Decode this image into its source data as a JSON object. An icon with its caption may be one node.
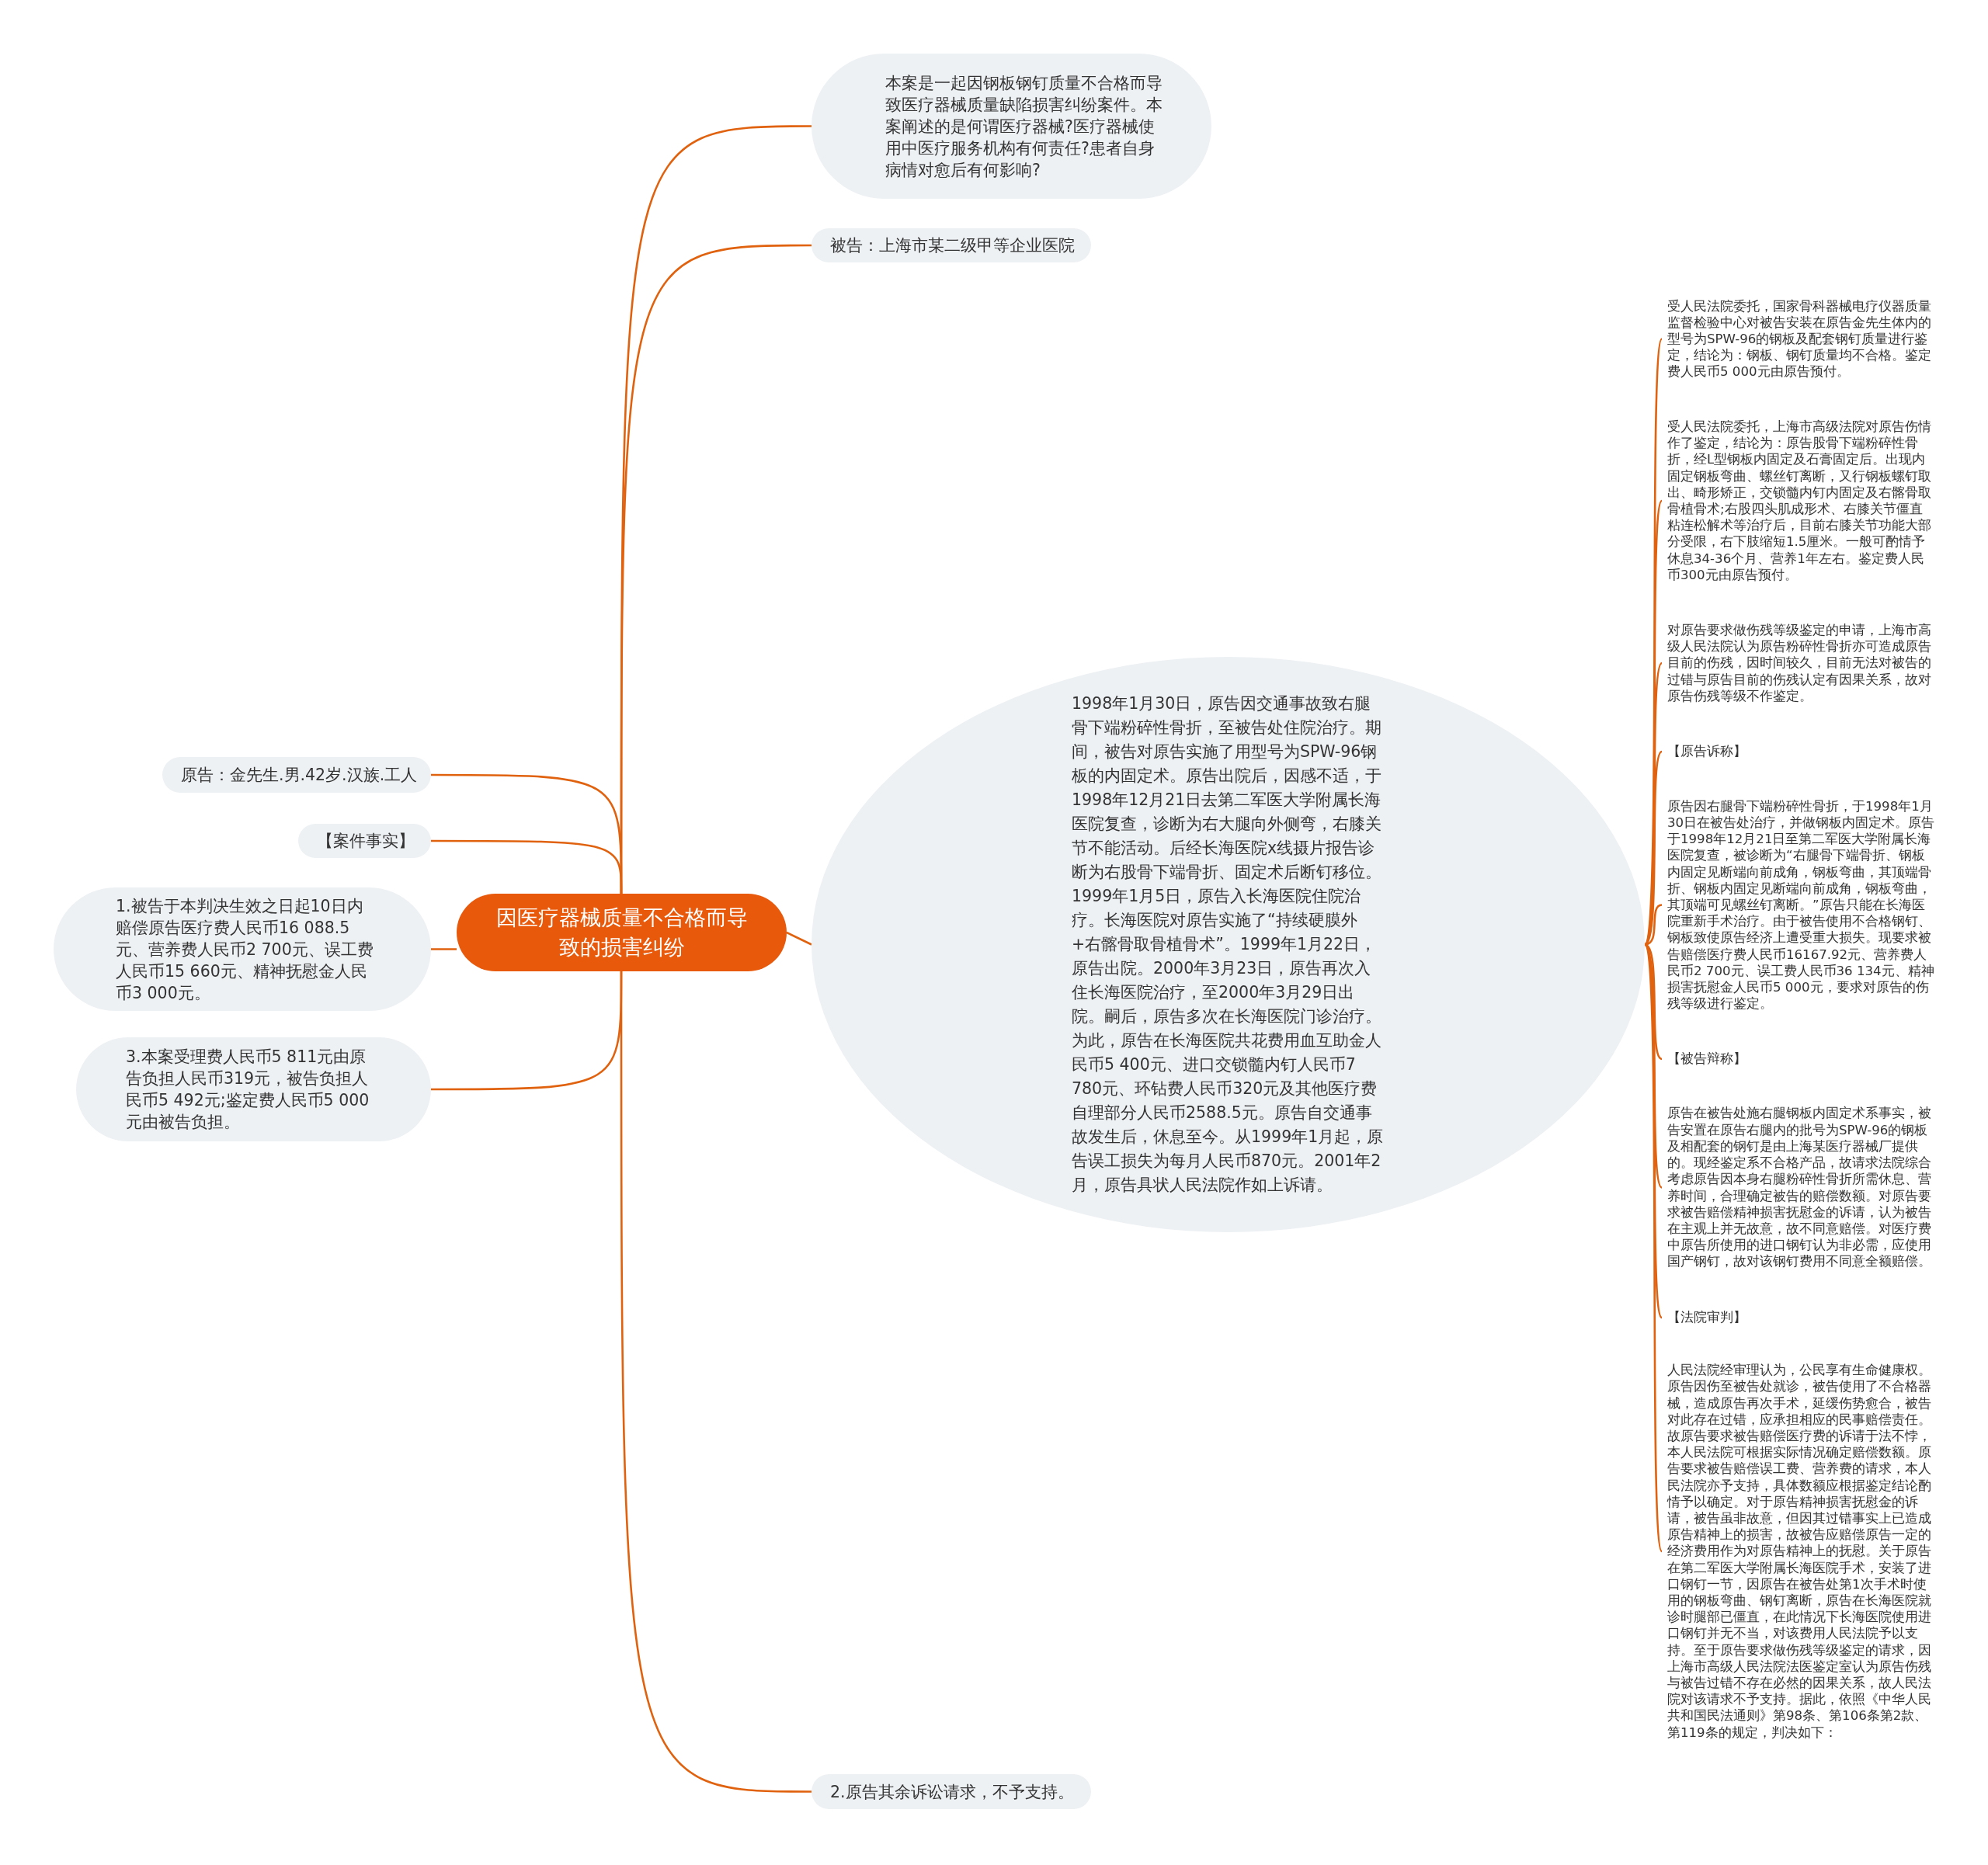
{
  "diagram": {
    "nodes": [
      {
        "text": [
          "因医疗器械质量不合格而导致的损害纠纷"
        ]
      },
      {
        "text": [
          "本案是一起因钢板钢钉质量不合格而导致医疗器械质量缺陷损害纠纷案件。本案阐述的是何谓医疗器械?医疗器械使用中医疗服务机构有何责任?患者自身病情对愈后有何影响?"
        ]
      },
      {
        "text": [
          "被告：上海市某二级甲等企业医院"
        ]
      },
      {
        "text": [
          "原告：金先生.男.42岁.汉族.工人"
        ]
      },
      {
        "text": [
          "【案件事实】"
        ]
      },
      {
        "text": [
          "1.被告于本判决生效之日起10日内赔偿原告医疗费人民币16 088.5元、营养费人民币2 700元、误工费人民币15 660元、精神抚慰金人民币3 000元。"
        ]
      },
      {
        "text": [
          "3.本案受理费人民币5 811元由原告负担人民币319元，被告负担人民币5 492元;鉴定费人民币5 000元由被告负担。"
        ]
      },
      {
        "text": [
          "1998年1月30日，原告因交通事故致右腿骨下端粉碎性骨折，至被告处住院治疗。期间，被告对原告实施了用型号为SPW-96钢板的内固定术。原告出院后，因感不适，于1998年12月21日去第二军医大学附属长海医院复查，诊断为右大腿向外侧弯，右膝关节不能活动。后经长海医院x线摄片报告诊断为右股骨下端骨折、固定术后断钉移位。1999年1月5日，原告入长海医院住院治疗。长海医院对原告实施了“持续硬膜外+右髂骨取骨植骨术”。1999年1月22日，原告出院。2000年3月23日，原告再次入住长海医院治疗，至2000年3月29日出院。嗣后，原告多次在长海医院门诊治疗。为此，原告在长海医院共花费用血互助金人民币5 400元、进口交锁髓内钉人民币7 780元、环钻费人民币320元及其他医疗费自理部分人民币2588.5元。原告自交通事故发生后，休息至今。从1999年1月起，原告误工损失为每月人民币870元。2001年2月，原告具状人民法院作如上诉请。"
        ]
      },
      {
        "text": [
          "受人民法院委托，国家骨科器械电疗仪器质量监督检验中心对被告安装在原告金先生体内的型号为SPW-96的钢板及配套钢钉质量进行鉴定，结论为：钢板、钢钉质量均不合格。鉴定费人民币5 000元由原告预付。"
        ]
      },
      {
        "text": [
          "受人民法院委托，上海市高级法院对原告伤情作了鉴定，结论为：原告股骨下端粉碎性骨折，经L型钢板内固定及石膏固定后。出现内固定钢板弯曲、螺丝钉离断，又行钢板螺钉取出、畸形矫正，交锁髓内钉内固定及右髂骨取骨植骨术;右股四头肌成形术、右膝关节僵直粘连松解术等治疗后，目前右膝关节功能大部分受限，右下肢缩短1.5厘米。一般可酌情予休息34-36个月、营养1年左右。鉴定费人民币300元由原告预付。"
        ]
      },
      {
        "text": [
          "对原告要求做伤残等级鉴定的申请，上海市高级人民法院认为原告粉碎性骨折亦可造成原告目前的伤残，因时间较久，目前无法对被告的过错与原告目前的伤残认定有因果关系，故对原告伤残等级不作鉴定。"
        ]
      },
      {
        "text": [
          "【原告诉称】"
        ]
      },
      {
        "text": [
          "原告因右腿骨下端粉碎性骨折，于1998年1月30日在被告处治疗，并做钢板内固定术。原告于1998年12月21日至第二军医大学附属长海医院复查，被诊断为“右腿骨下端骨折、钢板内固定见断端向前成角，钢板弯曲，其顶端骨折、钢板内固定见断端向前成角，钢板弯曲，其顶端可见螺丝钉离断。”原告只能在长海医院重新手术治疗。由于被告使用不合格钢钉、钢板致使原告经济上遭受重大损失。现要求被告赔偿医疗费人民币16167.92元、营养费人民币2 700元、误工费人民币36 134元、精神损害抚慰金人民币5 000元，要求对原告的伤残等级进行鉴定。"
        ]
      },
      {
        "text": [
          "【被告辩称】"
        ]
      },
      {
        "text": [
          "原告在被告处施右腿钢板内固定术系事实，被告安置在原告右腿内的批号为SPW-96的钢板及相配套的钢钉是由上海某医疗器械厂提供的。现经鉴定系不合格产品，故请求法院综合考虑原告因本身右腿粉碎性骨折所需休息、营养时间，合理确定被告的赔偿数额。对原告要求被告赔偿精神损害抚慰金的诉请，认为被告在主观上并无故意，故不同意赔偿。对医疗费中原告所使用的进口钢钉认为非必需，应使用国产钢钉，故对该钢钉费用不同意全额赔偿。"
        ]
      },
      {
        "text": [
          "【法院审判】"
        ]
      },
      {
        "text": [
          "人民法院经审理认为，公民享有生命健康权。原告因伤至被告处就诊，被告使用了不合格器械，造成原告再次手术，延缓伤势愈合，被告对此存在过错，应承担相应的民事赔偿责任。故原告要求被告赔偿医疗费的诉请于法不悖，本人民法院可根据实际情况确定赔偿数额。原告要求被告赔偿误工费、营养费的请求，本人民法院亦予支持，具体数额应根据鉴定结论酌情予以确定。对于原告精神损害抚慰金的诉请，被告虽非故意，但因其过错事实上已造成原告精神上的损害，故被告应赔偿原告一定的经济费用作为对原告精神上的抚慰。关于原告在第二军医大学附属长海医院手术，安装了进口钢钉一节，因原告在被告处第1次手术时使用的钢板弯曲、钢钉离断，原告在长海医院就诊时腿部已僵直，在此情况下长海医院使用进口钢钉并无不当，对该费用人民法院予以支持。至于原告要求做伤残等级鉴定的请求，因上海市高级人民法院法医鉴定室认为原告伤残与被告过错不存在必然的因果关系，故人民法院对该请求不予支持。据此，依照《中华人民共和国民法通则》第98条、第106条第2款、第119条的规定，判决如下："
        ]
      },
      {
        "text": [
          "2.原告其余诉讼请求，不予支持。"
        ]
      }
    ],
    "edges": [
      {
        "from": 0,
        "to": 1,
        "arrow": "none"
      },
      {
        "from": 0,
        "to": 2,
        "arrow": "none"
      },
      {
        "from": 0,
        "to": 3,
        "arrow": "none"
      },
      {
        "from": 0,
        "to": 4,
        "arrow": "none"
      },
      {
        "from": 0,
        "to": 5,
        "arrow": "none"
      },
      {
        "from": 0,
        "to": 6,
        "arrow": "none"
      },
      {
        "from": 0,
        "to": 7,
        "arrow": "none"
      },
      {
        "from": 0,
        "to": 17,
        "arrow": "none"
      },
      {
        "from": 7,
        "to": 8,
        "arrow": "none"
      },
      {
        "from": 7,
        "to": 9,
        "arrow": "none"
      },
      {
        "from": 7,
        "to": 10,
        "arrow": "none"
      },
      {
        "from": 7,
        "to": 11,
        "arrow": "none"
      },
      {
        "from": 7,
        "to": 12,
        "arrow": "none"
      },
      {
        "from": 7,
        "to": 13,
        "arrow": "none"
      },
      {
        "from": 7,
        "to": 14,
        "arrow": "none"
      },
      {
        "from": 7,
        "to": 15,
        "arrow": "none"
      },
      {
        "from": 7,
        "to": 16,
        "arrow": "none"
      }
    ]
  }
}
